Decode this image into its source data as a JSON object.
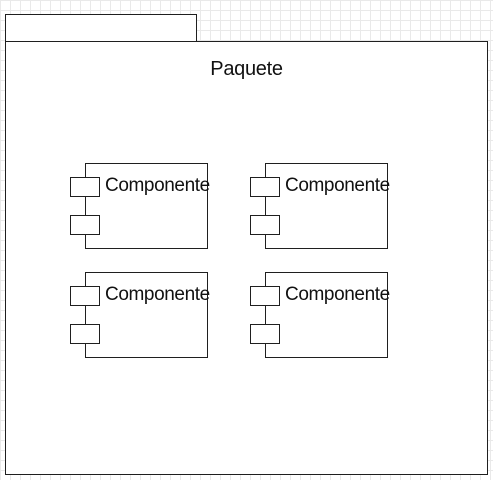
{
  "package": {
    "title": "Paquete"
  },
  "components": [
    {
      "label": "Componente"
    },
    {
      "label": "Componente"
    },
    {
      "label": "Componente"
    },
    {
      "label": "Componente"
    }
  ]
}
